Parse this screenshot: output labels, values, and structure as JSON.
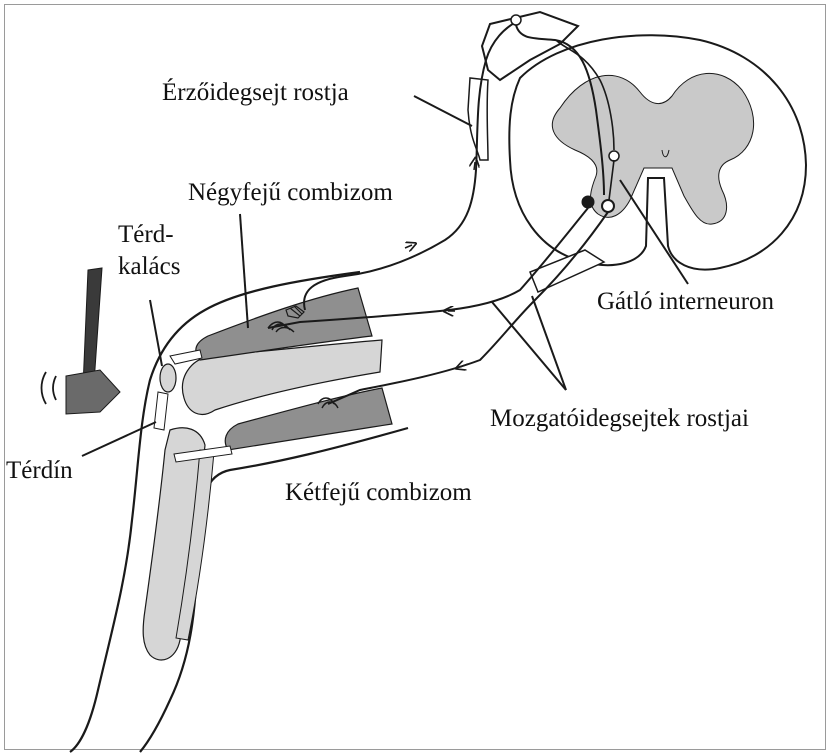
{
  "labels": {
    "sensory_fiber": "Érzőidegsejt rostja",
    "quadriceps": "Négyfejű combizom",
    "kneecap_line1": "Térd-",
    "kneecap_line2": "kalács",
    "inhibitory_interneuron": "Gátló interneuron",
    "motor_fibers": "Mozgatóidegsejtek rostjai",
    "patellar_tendon": "Térdín",
    "hamstring": "Kétfejű combizom"
  },
  "colors": {
    "gray_matter": "#c9c9c9",
    "muscle": "#8f8f8f",
    "bone": "#d6d6d6",
    "line": "#1a1a1a",
    "hammer": "#3a3a3a"
  }
}
